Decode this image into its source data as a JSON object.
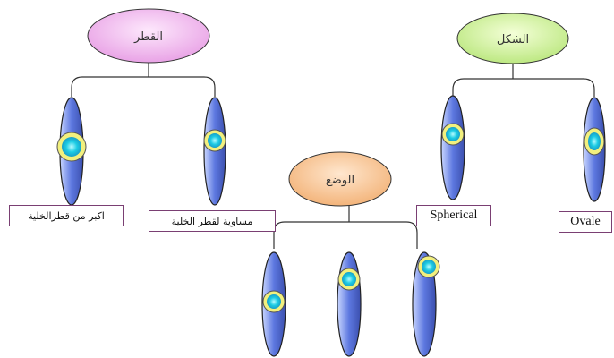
{
  "groups": {
    "diameter": {
      "title": "القطر",
      "labels": [
        "اكبر من قطرالخلية",
        "مساوية لقطر الخلية"
      ]
    },
    "shape": {
      "title": "الشكل",
      "labels": [
        "Spherical",
        "Ovale"
      ]
    },
    "position": {
      "title": "الوضع"
    }
  },
  "colors": {
    "diameter_ellipse": "#f3bdf0",
    "shape_ellipse": "#d6f5a8",
    "position_ellipse": "#f8c79a",
    "cell_body": "#6f86d8",
    "nucleus_ring": "#f3f08a",
    "nucleus_core": "#2fd2e6",
    "label_border": "#7a3f73"
  },
  "icons": {
    "cell": "spore-cell-icon"
  }
}
